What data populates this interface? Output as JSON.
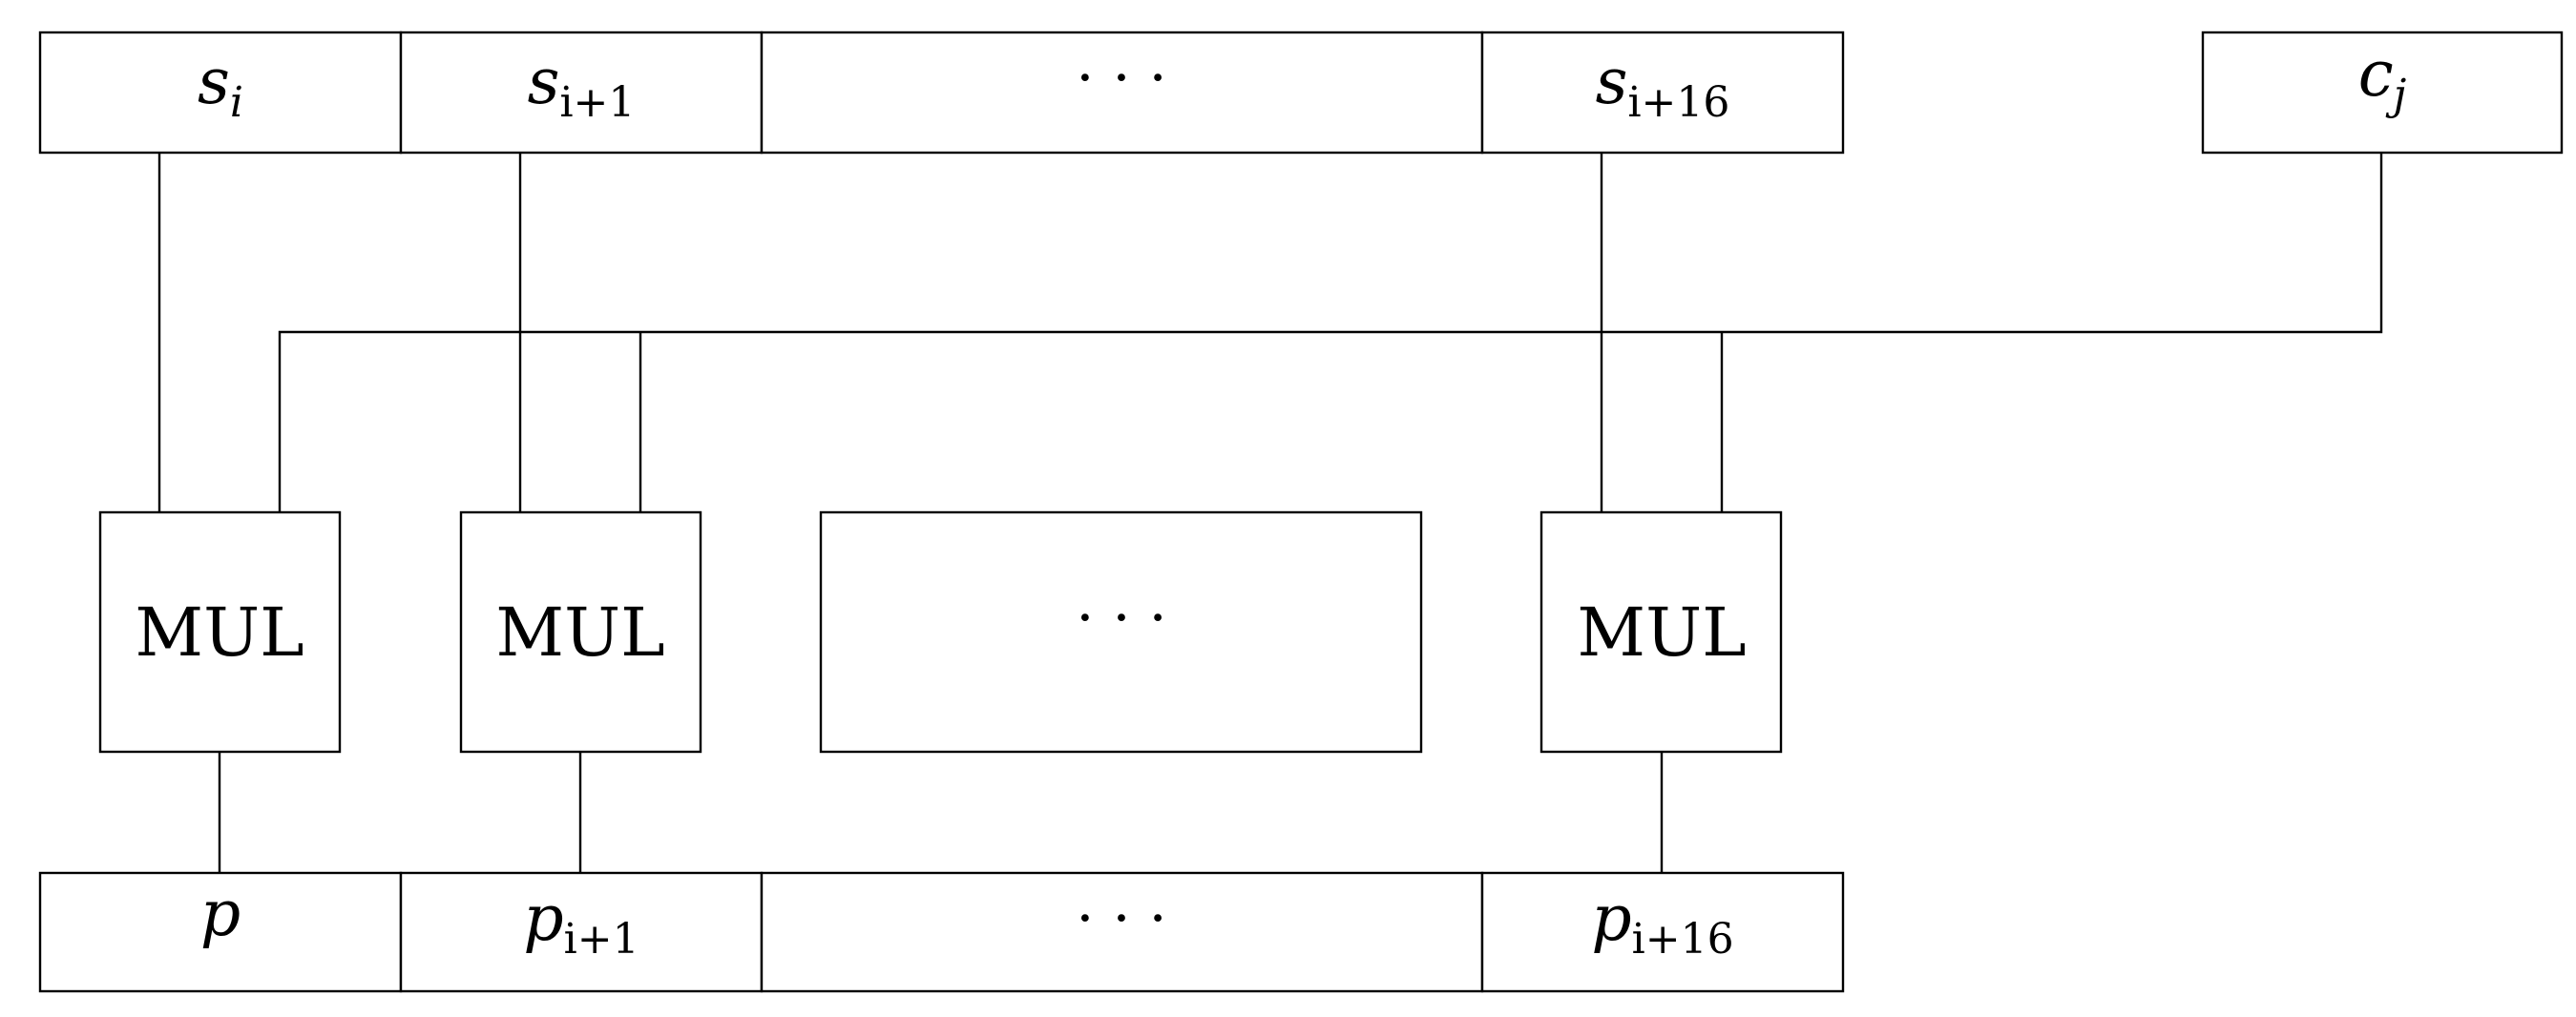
{
  "registers": {
    "top": [
      {
        "var": "s",
        "sub": "i"
      },
      {
        "var": "s",
        "sub": "i+1"
      },
      {
        "dots": "· · ·"
      },
      {
        "var": "s",
        "sub": "i+16"
      }
    ],
    "coefficient": {
      "var": "c",
      "sub": "j"
    },
    "bottom": [
      {
        "var": "p",
        "sub": ""
      },
      {
        "var": "p",
        "sub": "i+1"
      },
      {
        "dots": "· · ·"
      },
      {
        "var": "p",
        "sub": "i+16"
      }
    ]
  },
  "multipliers": [
    {
      "label": "MUL"
    },
    {
      "label": "MUL"
    },
    {
      "dots": "· · ·"
    },
    {
      "label": "MUL"
    }
  ]
}
